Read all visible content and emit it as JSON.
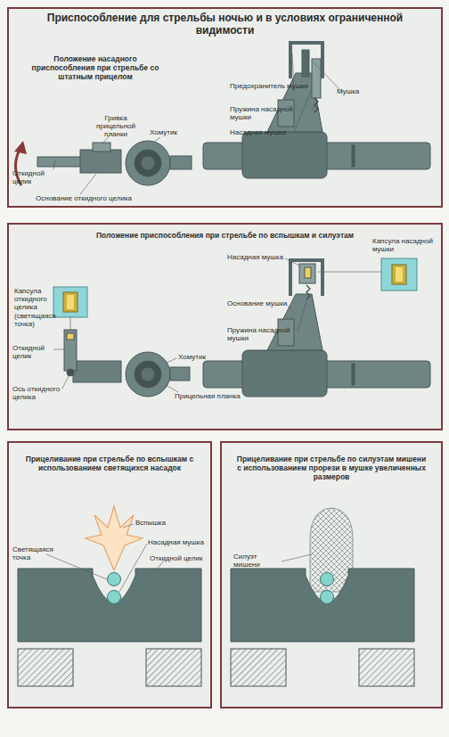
{
  "diagram": {
    "title": "Приспособление для стрельбы ночью и в условиях ограниченной видимости",
    "nodes": [
      {
        "text": [
          "Положение насадного приспособления при стрельбе со штатным прицелом"
        ]
      },
      {
        "text": [
          "Положение приспособления при стрельбе по вспышкам и силуэтам"
        ]
      },
      {
        "text": [
          "Прицеливание при стрельбе по вспышкам с использованием светящихся насадок"
        ]
      },
      {
        "text": [
          "Прицеливание при стрельбе по силуэтам мишени с использованием прорези в мушке увеличенных размеров"
        ]
      }
    ],
    "labels": [
      "Откидной целик",
      "Гривка прицельной планки",
      "Хомутик",
      "Основание откидного целика",
      "Предохранитель мушки",
      "Мушка",
      "Пружина насадной мушки",
      "Насадная мушка",
      "Капсула откидного целика (светящаяся точка)",
      "Откидной целик",
      "Ось откидного целика",
      "Хомутик",
      "Прицельная планка",
      "Насадная мушка",
      "Капсула насадной мушки",
      "Основание мушки",
      "Пружина насадной мушки",
      "Светящаяся точка",
      "Вспышка",
      "Насадная мушка",
      "Откидной целик",
      "Силуэт мишени"
    ]
  }
}
